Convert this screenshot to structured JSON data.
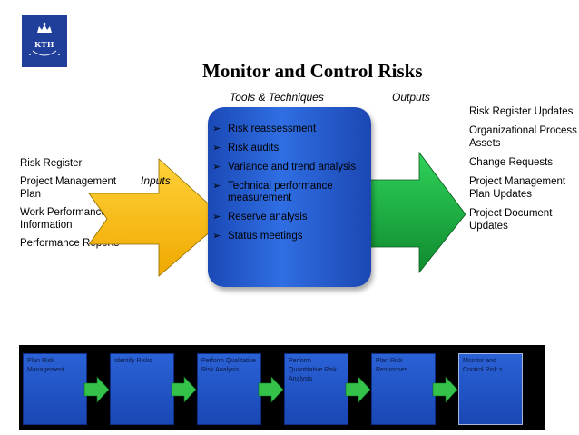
{
  "logo": {
    "text": "KTH",
    "subtext": "VETENSKAP OCH KONST"
  },
  "title": "Monitor and Control Risks",
  "labels": {
    "tools": "Tools & Techniques",
    "outputs": "Outputs",
    "inputs": "Inputs"
  },
  "inputs": [
    "Risk Register",
    "Project Management Plan",
    "Work Performance Information",
    "Performance Reports"
  ],
  "tools": [
    "Risk reassessment",
    "Risk audits",
    "Variance and trend analysis",
    "Technical performance measurement",
    "Reserve analysis",
    "Status meetings"
  ],
  "outputs": [
    "Risk Register Updates",
    "Organizational Process Assets",
    "Change Requests",
    "Project Management Plan Updates",
    "Project Document Updates"
  ],
  "process_steps": [
    "Plan Risk Management",
    "Identify Risks",
    "Perform Qualitative Risk Analysis",
    "Perform Quantitative Risk Analysis",
    "Plan Risk Responses",
    "Monitor and Control Risk s"
  ],
  "colors": {
    "input_arrow": "#ffc000",
    "output_arrow": "#17a63c",
    "tools_box": "#2f6ee3",
    "process_box": "#1f4fc4",
    "step_arrow": "#35c24a"
  }
}
